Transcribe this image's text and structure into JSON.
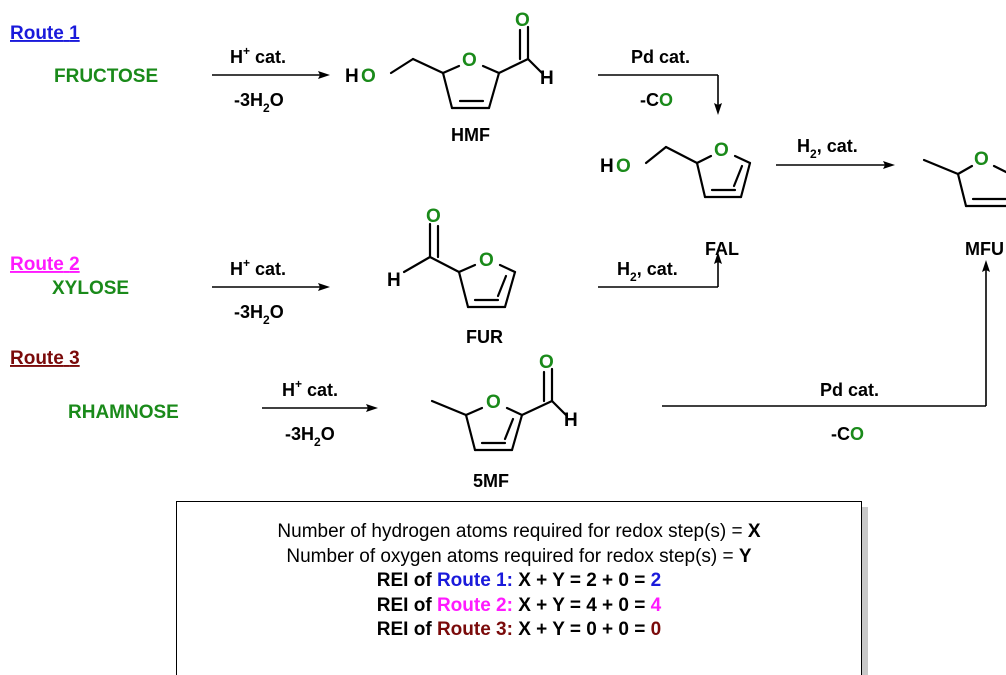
{
  "routes": [
    {
      "label": "Route",
      "num": "1",
      "color": "#1a1adb",
      "sugar": "FRUCTOSE",
      "cond_top": "H",
      "cond_sup": "+",
      "cond_top_rest": " cat.",
      "cond_bottom": "-3H",
      "cond_bottom_sub": "2",
      "cond_bottom_rest": "O",
      "product": "HMF"
    },
    {
      "label": "Route",
      "num": "2",
      "color": "#ff1aff",
      "sugar": "XYLOSE",
      "cond_top": "H",
      "cond_sup": "+",
      "cond_top_rest": " cat.",
      "cond_bottom": "-3H",
      "cond_bottom_sub": "2",
      "cond_bottom_rest": "O",
      "product": "FUR"
    },
    {
      "label": "Route",
      "num": "3",
      "color": "#7a0a0a",
      "sugar": "RHAMNOSE",
      "cond_top": "H",
      "cond_sup": "+",
      "cond_top_rest": " cat.",
      "cond_bottom": "-3H",
      "cond_bottom_sub": "2",
      "cond_bottom_rest": "O",
      "product": "5MF"
    }
  ],
  "intermediates": {
    "fal": "FAL",
    "mfu": "MFU"
  },
  "atoms": {
    "O": "O",
    "H": "H",
    "HO_H": "H",
    "HO_O": "O"
  },
  "steps": {
    "pd_cat": "Pd cat.",
    "minus_co_minus": "-C",
    "minus_co_o": "O",
    "h2_h": "H",
    "h2_sub": "2",
    "h2_rest": ", cat."
  },
  "info": {
    "line1": "Number of hydrogen atoms required for redox step(s) = ",
    "line1_var": "X",
    "line2": "Number of oxygen atoms required for redox step(s) = ",
    "line2_var": "Y",
    "rei_prefix": "REI of ",
    "eq_rows": [
      {
        "route": "Route 1:",
        "expr": " X + Y = 2 + 0 = ",
        "result": "2"
      },
      {
        "route": "Route 2:",
        "expr": " X + Y = 4 + 0 = ",
        "result": "4"
      },
      {
        "route": "Route 3:",
        "expr": " X + Y = 0 + 0 = ",
        "result": "0"
      }
    ]
  },
  "colors": {
    "green": "#1a8a1a",
    "blue": "#1a1adb",
    "magenta": "#ff1aff",
    "maroon": "#7a0a0a"
  }
}
